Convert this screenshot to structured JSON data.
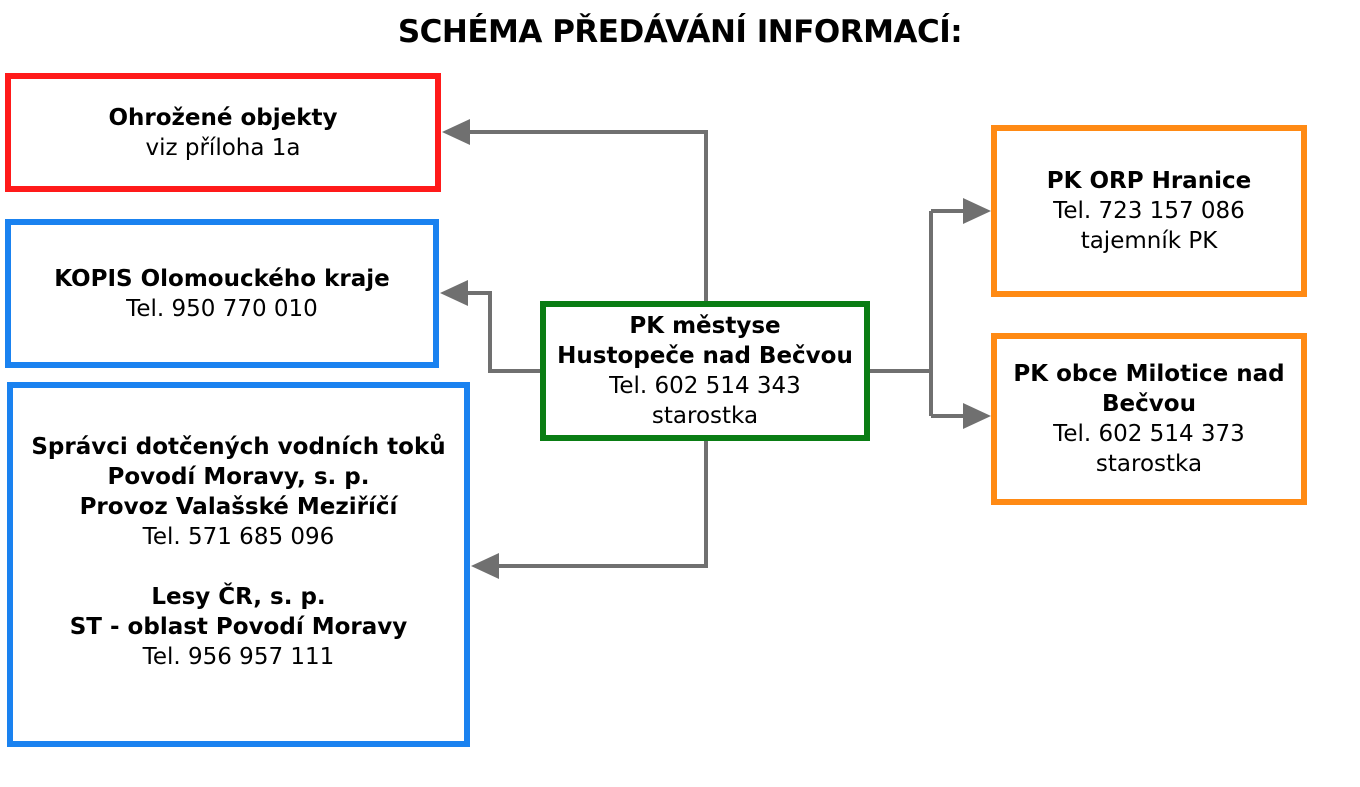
{
  "title": "SCHÉMA PŘEDÁVÁNÍ INFORMACÍ:",
  "colors": {
    "red": "#ff1a1a",
    "blue": "#1a82f0",
    "green": "#0a7d14",
    "orange": "#ff8a14",
    "connector": "#707070"
  },
  "boxes": {
    "ohrozene": {
      "heading": "Ohrožené objekty",
      "line1": "viz příloha 1a"
    },
    "kopis": {
      "heading": "KOPIS Olomouckého kraje",
      "phone": "Tel. 950 770 010"
    },
    "spravci": {
      "line1": "Správci dotčených vodních toků",
      "line2": "Povodí Moravy, s. p.",
      "line3": "Provoz Valašské Meziříčí",
      "phone1": "Tel. 571 685 096",
      "line4": "Lesy ČR, s. p.",
      "line5": "ST - oblast Povodí Moravy",
      "phone2": "Tel. 956 957 111"
    },
    "center": {
      "line1": "PK městyse",
      "line2": "Hustopeče nad Bečvou",
      "phone": "Tel. 602 514 343",
      "role": "starostka"
    },
    "orp": {
      "heading": "PK ORP Hranice",
      "phone": "Tel. 723 157 086",
      "role": "tajemník PK"
    },
    "milotice": {
      "line1": "PK obce Milotice nad",
      "line2": "Bečvou",
      "phone": "Tel. 602 514 373",
      "role": "starostka"
    }
  }
}
